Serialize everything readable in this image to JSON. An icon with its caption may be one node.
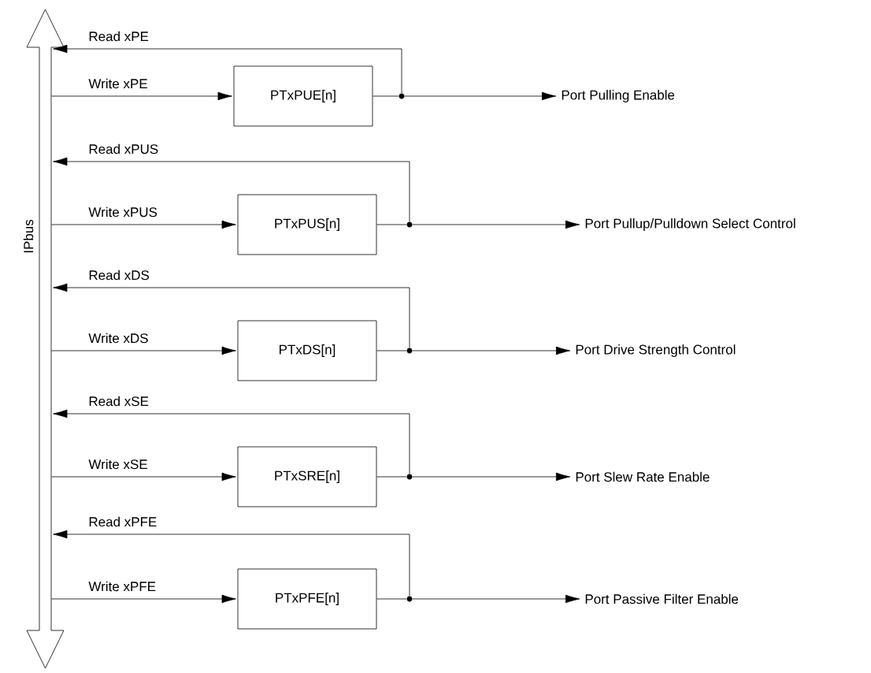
{
  "diagram": {
    "nodes": [
      {
        "text": [
          "IPbus"
        ]
      },
      {
        "text": [
          "PTxPUE[n]"
        ]
      },
      {
        "text": [],
        "shape": "circle"
      },
      {
        "text": [
          "Port Pulling Enable"
        ]
      },
      {
        "text": [
          "PTxPUS[n]"
        ]
      },
      {
        "text": [],
        "shape": "circle"
      },
      {
        "text": [
          "Port Pullup/Pulldown Select Control"
        ]
      },
      {
        "text": [
          "PTxDS[n]"
        ]
      },
      {
        "text": [],
        "shape": "circle"
      },
      {
        "text": [
          "Port Drive Strength Control"
        ]
      },
      {
        "text": [
          "PTxSRE[n]"
        ]
      },
      {
        "text": [],
        "shape": "circle"
      },
      {
        "text": [
          "Port Slew Rate Enable"
        ]
      },
      {
        "text": [
          "PTxPFE[n]"
        ]
      },
      {
        "text": [],
        "shape": "circle"
      },
      {
        "text": [
          "Port Passive Filter Enable"
        ]
      }
    ],
    "edges": [
      {
        "from": 0,
        "to": 1,
        "arrow": "to",
        "label": "Write xPE"
      },
      {
        "from": 1,
        "to": 2,
        "arrow": "none"
      },
      {
        "from": 2,
        "to": 3,
        "arrow": "to"
      },
      {
        "from": 2,
        "to": 0,
        "arrow": "to",
        "label": "Read xPE"
      },
      {
        "from": 0,
        "to": 4,
        "arrow": "to",
        "label": "Write xPUS"
      },
      {
        "from": 4,
        "to": 5,
        "arrow": "none"
      },
      {
        "from": 5,
        "to": 6,
        "arrow": "to"
      },
      {
        "from": 5,
        "to": 0,
        "arrow": "to",
        "label": "Read xPUS"
      },
      {
        "from": 0,
        "to": 7,
        "arrow": "to",
        "label": "Write xDS"
      },
      {
        "from": 7,
        "to": 8,
        "arrow": "none"
      },
      {
        "from": 8,
        "to": 9,
        "arrow": "to"
      },
      {
        "from": 8,
        "to": 0,
        "arrow": "to",
        "label": "Read xDS"
      },
      {
        "from": 0,
        "to": 10,
        "arrow": "to",
        "label": "Write xSE"
      },
      {
        "from": 10,
        "to": 11,
        "arrow": "none"
      },
      {
        "from": 11,
        "to": 12,
        "arrow": "to"
      },
      {
        "from": 11,
        "to": 0,
        "arrow": "to",
        "label": "Read xSE"
      },
      {
        "from": 0,
        "to": 13,
        "arrow": "to",
        "label": "Write xPFE"
      },
      {
        "from": 13,
        "to": 14,
        "arrow": "none"
      },
      {
        "from": 14,
        "to": 15,
        "arrow": "to"
      },
      {
        "from": 14,
        "to": 0,
        "arrow": "to",
        "label": "Read xPFE"
      }
    ]
  }
}
